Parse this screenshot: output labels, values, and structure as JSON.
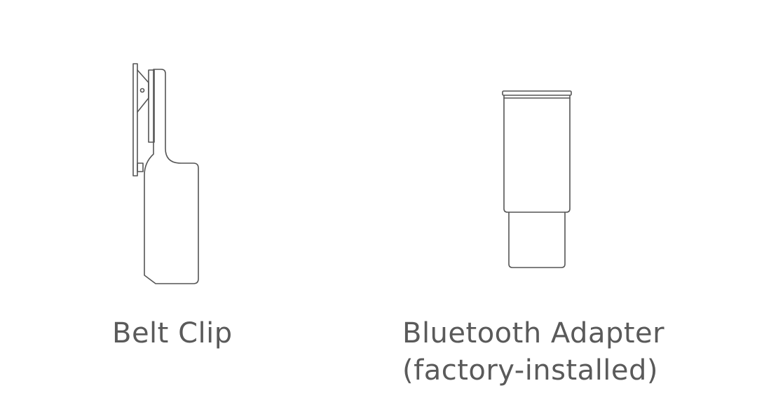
{
  "items": [
    {
      "icon": "belt-clip-illustration",
      "caption": "Belt Clip"
    },
    {
      "icon": "bluetooth-adapter-illustration",
      "caption_line1": "Bluetooth Adapter",
      "caption_line2": "(factory-installed)"
    }
  ],
  "colors": {
    "line": "#555555",
    "text": "#5a5a5a",
    "background": "#ffffff"
  }
}
